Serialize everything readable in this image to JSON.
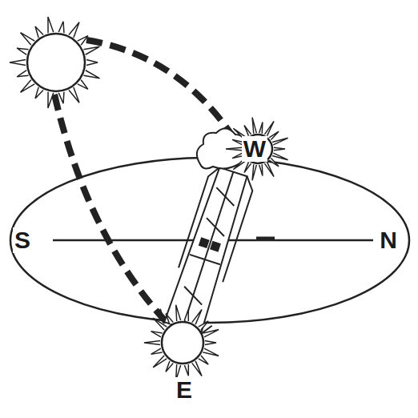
{
  "diagram": {
    "labels": [
      "S",
      "N",
      "E",
      "W"
    ]
  }
}
